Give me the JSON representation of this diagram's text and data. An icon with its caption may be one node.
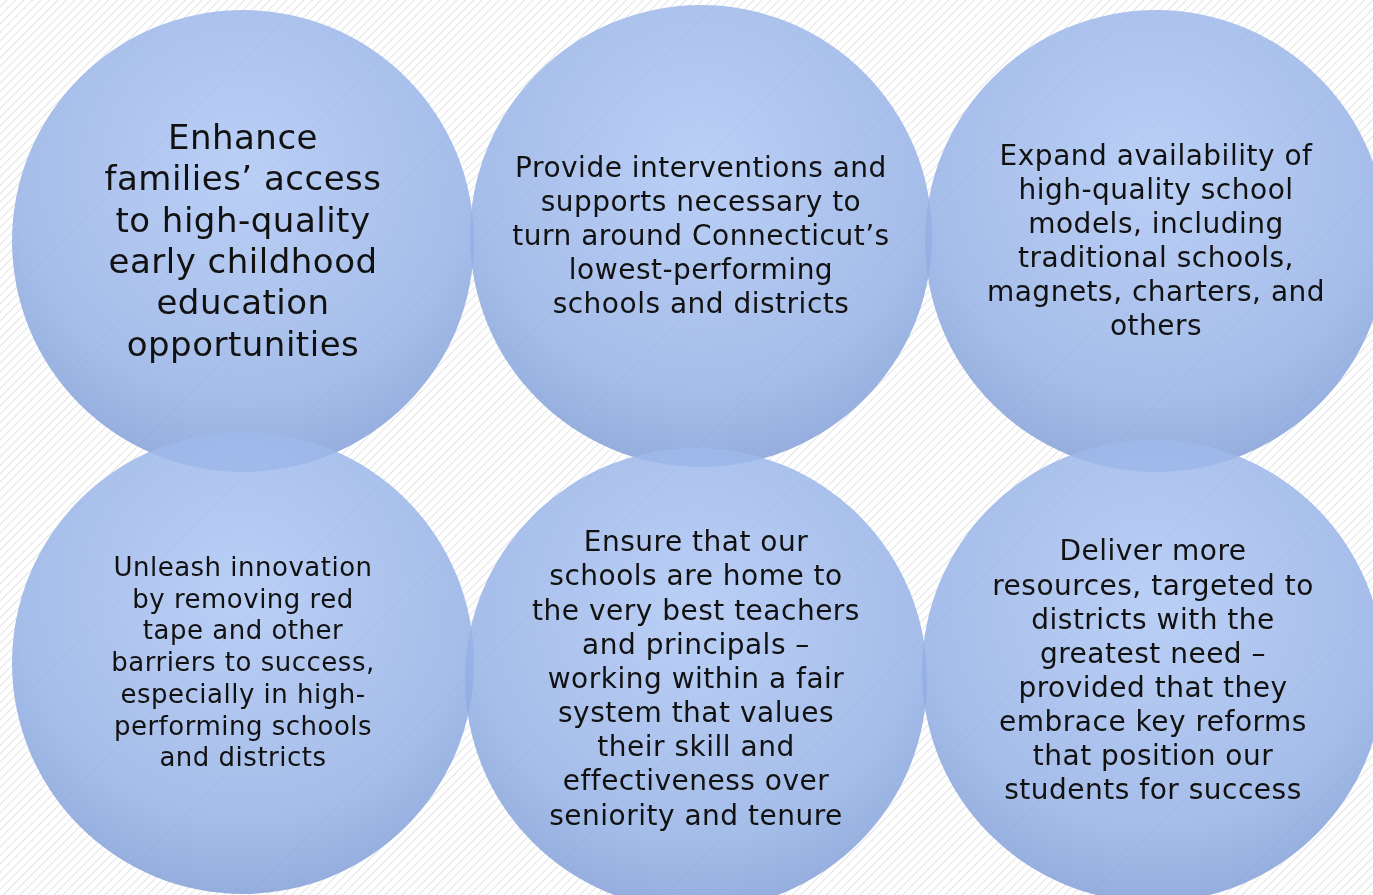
{
  "diagram": {
    "nodes": [
      {
        "text": [
          "Enhance families’ access to high-quality early childhood education opportunities"
        ]
      },
      {
        "text": [
          "Provide interventions and supports necessary to turn around Connecticut’s lowest-performing schools and districts"
        ]
      },
      {
        "text": [
          "Expand availability of high-quality school models, including traditional schools, magnets, charters, and others"
        ]
      },
      {
        "text": [
          "Unleash innovation by removing red tape and other barriers to success, especially in high-performing schools and districts"
        ]
      },
      {
        "text": [
          "Ensure that our schools are home to the very best teachers and principals – working within a fair system that values their skill and effectiveness over seniority and tenure"
        ]
      },
      {
        "text": [
          "Deliver more resources, targeted to districts with the greatest need – provided that they embrace key reforms that position our students for success"
        ]
      }
    ]
  }
}
